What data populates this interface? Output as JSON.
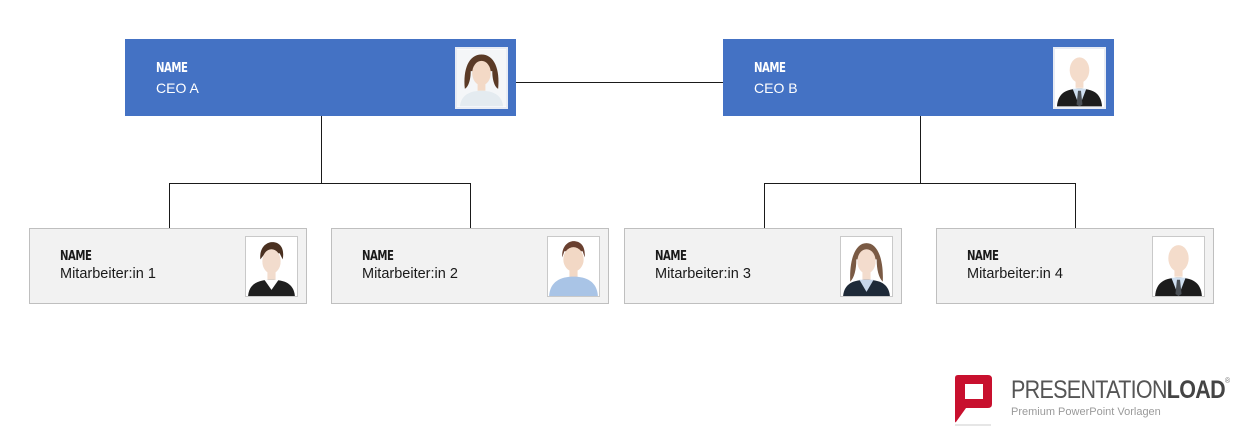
{
  "diagram": {
    "type": "org-chart",
    "colors": {
      "ceo_box": "#4472c4",
      "employee_box": "#f2f2f2",
      "connector": "#1a1a1a",
      "logo_red": "#c8102e"
    },
    "ceos": [
      {
        "name": "NAME",
        "role": "CEO A",
        "photo": "female-avatar"
      },
      {
        "name": "NAME",
        "role": "CEO B",
        "photo": "male-suit-avatar"
      }
    ],
    "employees": [
      {
        "name": "NAME",
        "role": "Mitarbeiter:in 1",
        "reports_to": "CEO A",
        "photo": "female-short-hair-avatar"
      },
      {
        "name": "NAME",
        "role": "Mitarbeiter:in 2",
        "reports_to": "CEO A",
        "photo": "male-casual-avatar"
      },
      {
        "name": "NAME",
        "role": "Mitarbeiter:in 3",
        "reports_to": "CEO B",
        "photo": "female-long-hair-avatar"
      },
      {
        "name": "NAME",
        "role": "Mitarbeiter:in 4",
        "reports_to": "CEO B",
        "photo": "male-suit-avatar"
      }
    ]
  },
  "branding": {
    "logo_icon": "presentationload-p-icon",
    "title_light": "PRESENTATION",
    "title_bold": "LOAD",
    "registered": "®",
    "subtitle": "Premium PowerPoint Vorlagen"
  }
}
